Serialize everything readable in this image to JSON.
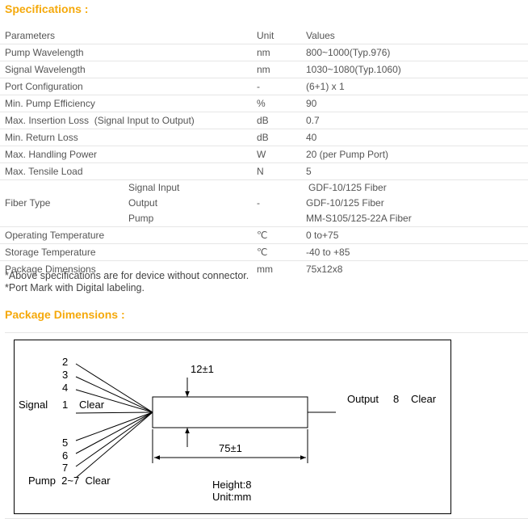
{
  "specifications": {
    "heading": "Specifications :",
    "header": {
      "param": "Parameters",
      "unit": "Unit",
      "value": "Values"
    },
    "rows": [
      {
        "param": "Pump Wavelength",
        "unit": "nm",
        "value": "800~1000(Typ.976)"
      },
      {
        "param": "Signal Wavelength",
        "unit": "nm",
        "value": "1030~1080(Typ.1060)"
      },
      {
        "param": "Port Configuration",
        "unit": "-",
        "value": "(6+1) x 1"
      },
      {
        "param": "Min. Pump Efficiency",
        "unit": "%",
        "value": "90"
      },
      {
        "param": "Max. Insertion Loss  (Signal Input to Output)",
        "unit": "dB",
        "value": "0.7"
      },
      {
        "param": "Min. Return Loss",
        "unit": "dB",
        "value": "40"
      },
      {
        "param": "Max. Handling Power",
        "unit": "W",
        "value": "20 (per Pump Port)"
      },
      {
        "param": "Max. Tensile Load",
        "unit": "N",
        "value": "5"
      }
    ],
    "fiber": {
      "param": "Fiber Type",
      "unit": "-",
      "subs": [
        {
          "label": "Signal Input",
          "value": "GDF-10/125 Fiber"
        },
        {
          "label": "Output",
          "value": "GDF-10/125 Fiber"
        },
        {
          "label": "Pump",
          "value": "MM-S105/125-22A Fiber"
        }
      ]
    },
    "rows2": [
      {
        "param": "Operating Temperature",
        "unit": "℃",
        "value": "0 to+75"
      },
      {
        "param": "Storage Temperature",
        "unit": "℃",
        "value": "-40 to +85"
      },
      {
        "param": "Package Dimensions",
        "unit": "mm",
        "value": "75x12x8"
      }
    ],
    "notes": [
      "*Above specifications are for device without connector.",
      "*Port Mark with Digital labeling."
    ]
  },
  "package": {
    "heading": "Package Dimensions :",
    "diagram": {
      "top_ports": [
        "2",
        "3",
        "4"
      ],
      "signal_label": "Signal",
      "signal_port": "1",
      "signal_clear": "Clear",
      "bottom_ports": [
        "5",
        "6",
        "7"
      ],
      "pump_label": "Pump  2~7  Clear",
      "width_label": "12±1",
      "length_label": "75±1",
      "output_label": "Output",
      "output_port": "8",
      "output_clear": "Clear",
      "height_label": "Height:8",
      "unit_label": "Unit:mm"
    }
  }
}
